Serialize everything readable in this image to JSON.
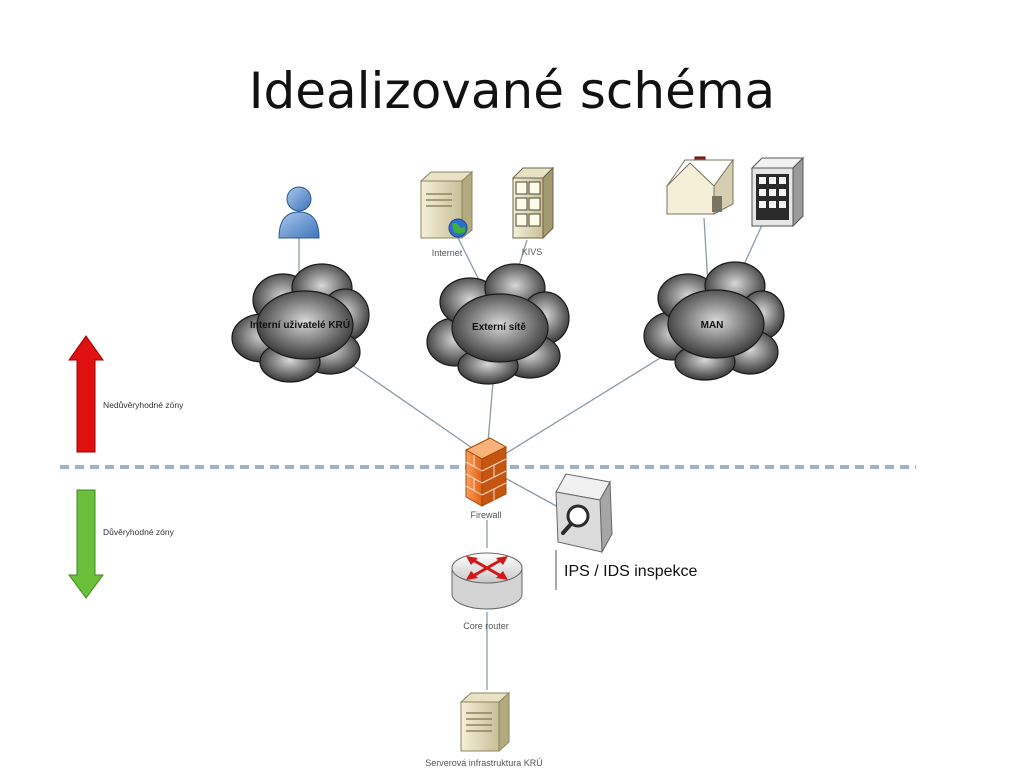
{
  "title": "Idealizované schéma",
  "nodes": {
    "internet": "Internet",
    "kivs": "KIVS",
    "firewall": "Firewall",
    "core_router": "Core router",
    "server": "Serverová infrastruktura KRÚ"
  },
  "clouds": {
    "internal_users": "Interní uživatelé KRÚ",
    "external": "Externí sítě",
    "man": "MAN"
  },
  "zones": {
    "untrusted": "Nedůvěryhodné zóny",
    "trusted": "Důvěryhodné zóny"
  },
  "ips_label": "IPS / IDS inspekce",
  "colors": {
    "untrusted_arrow": "#e01010",
    "trusted_arrow": "#6cbf3a",
    "boundary_line": "#9db3c8",
    "firewall": "#f07a20",
    "link": "#8a9aa8"
  },
  "icons": [
    "user-icon",
    "server-globe-icon",
    "server-rack-icon",
    "house-icon",
    "office-building-icon",
    "firewall-icon",
    "ips-scanner-icon",
    "router-icon",
    "server-icon"
  ]
}
